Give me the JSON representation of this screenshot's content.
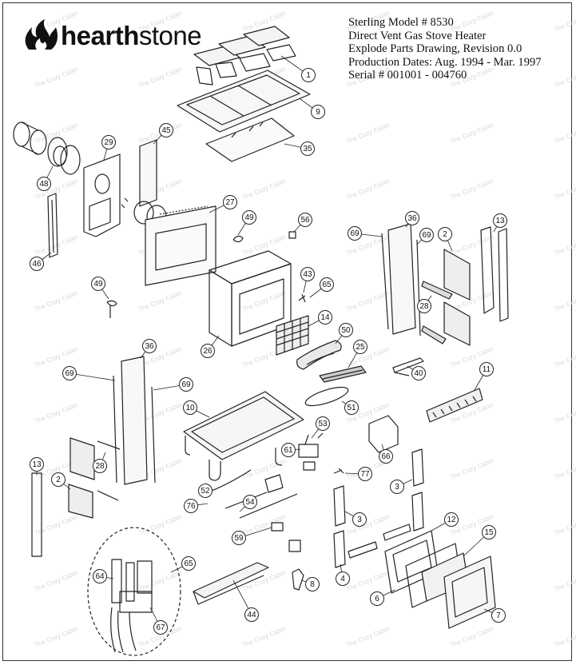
{
  "brand": {
    "logo_text_bold": "hearth",
    "logo_text_light": "stone"
  },
  "header": {
    "lines": [
      "Sterling Model # 8530",
      "Direct Vent Gas Stove Heater",
      "Explode Parts Drawing, Revision 0.0",
      "Production Dates: Aug. 1994 - Mar. 1997",
      "Serial # 001001 - 004760"
    ]
  },
  "watermark": "The Cozy Cabin",
  "callouts": [
    {
      "id": "c1",
      "label": "1"
    },
    {
      "id": "c9",
      "label": "9"
    },
    {
      "id": "c35",
      "label": "35"
    },
    {
      "id": "c45",
      "label": "45"
    },
    {
      "id": "c29",
      "label": "29"
    },
    {
      "id": "c48",
      "label": "48"
    },
    {
      "id": "c46",
      "label": "46"
    },
    {
      "id": "c27",
      "label": "27"
    },
    {
      "id": "c49a",
      "label": "49"
    },
    {
      "id": "c56",
      "label": "56"
    },
    {
      "id": "c49b",
      "label": "49"
    },
    {
      "id": "c43",
      "label": "43"
    },
    {
      "id": "c65a",
      "label": "65"
    },
    {
      "id": "c14",
      "label": "14"
    },
    {
      "id": "c26",
      "label": "26"
    },
    {
      "id": "c50",
      "label": "50"
    },
    {
      "id": "c25",
      "label": "25"
    },
    {
      "id": "c36a",
      "label": "36"
    },
    {
      "id": "c69a",
      "label": "69"
    },
    {
      "id": "c69b",
      "label": "69"
    },
    {
      "id": "c2a",
      "label": "2"
    },
    {
      "id": "c13a",
      "label": "13"
    },
    {
      "id": "c28a",
      "label": "28"
    },
    {
      "id": "c40",
      "label": "40"
    },
    {
      "id": "c11",
      "label": "11"
    },
    {
      "id": "c36b",
      "label": "36"
    },
    {
      "id": "c69c",
      "label": "69"
    },
    {
      "id": "c69d",
      "label": "69"
    },
    {
      "id": "c10",
      "label": "10"
    },
    {
      "id": "c51",
      "label": "51"
    },
    {
      "id": "c53",
      "label": "53"
    },
    {
      "id": "c66",
      "label": "66"
    },
    {
      "id": "c61",
      "label": "61"
    },
    {
      "id": "c77",
      "label": "77"
    },
    {
      "id": "c13b",
      "label": "13"
    },
    {
      "id": "c28b",
      "label": "28"
    },
    {
      "id": "c2b",
      "label": "2"
    },
    {
      "id": "c52",
      "label": "52"
    },
    {
      "id": "c76",
      "label": "76"
    },
    {
      "id": "c54",
      "label": "54"
    },
    {
      "id": "c3a",
      "label": "3"
    },
    {
      "id": "c3b",
      "label": "3"
    },
    {
      "id": "c12",
      "label": "12"
    },
    {
      "id": "c15",
      "label": "15"
    },
    {
      "id": "c59",
      "label": "59"
    },
    {
      "id": "c64",
      "label": "64"
    },
    {
      "id": "c65b",
      "label": "65"
    },
    {
      "id": "c4",
      "label": "4"
    },
    {
      "id": "c8",
      "label": "8"
    },
    {
      "id": "c6",
      "label": "6"
    },
    {
      "id": "c7",
      "label": "7"
    },
    {
      "id": "c67",
      "label": "67"
    },
    {
      "id": "c44",
      "label": "44"
    }
  ]
}
